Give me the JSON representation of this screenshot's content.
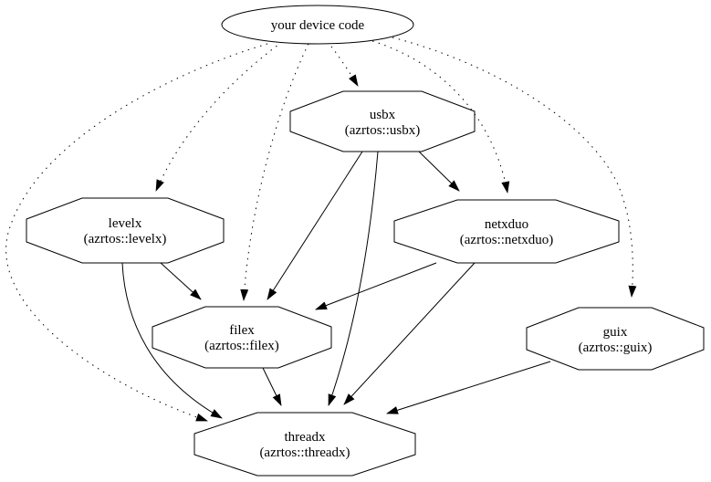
{
  "diagram": {
    "kind": "dependency-graph",
    "background_color": "#ffffff",
    "node_fill_color": "#ffffff",
    "line_color": "#000000",
    "nodes": [
      {
        "id": "device",
        "shape": "ellipse",
        "label": "your device code",
        "sublabel": ""
      },
      {
        "id": "usbx",
        "shape": "octagon",
        "label": "usbx",
        "sublabel": "(azrtos::usbx)"
      },
      {
        "id": "levelx",
        "shape": "octagon",
        "label": "levelx",
        "sublabel": "(azrtos::levelx)"
      },
      {
        "id": "netxduo",
        "shape": "octagon",
        "label": "netxduo",
        "sublabel": "(azrtos::netxduo)"
      },
      {
        "id": "filex",
        "shape": "octagon",
        "label": "filex",
        "sublabel": "(azrtos::filex)"
      },
      {
        "id": "guix",
        "shape": "octagon",
        "label": "guix",
        "sublabel": "(azrtos::guix)"
      },
      {
        "id": "threadx",
        "shape": "octagon",
        "label": "threadx",
        "sublabel": "(azrtos::threadx)"
      }
    ],
    "edges": [
      {
        "from": "device",
        "to": "usbx",
        "style": "dotted"
      },
      {
        "from": "device",
        "to": "levelx",
        "style": "dotted"
      },
      {
        "from": "device",
        "to": "netxduo",
        "style": "dotted"
      },
      {
        "from": "device",
        "to": "filex",
        "style": "dotted"
      },
      {
        "from": "device",
        "to": "guix",
        "style": "dotted"
      },
      {
        "from": "device",
        "to": "threadx",
        "style": "dotted"
      },
      {
        "from": "usbx",
        "to": "netxduo",
        "style": "solid"
      },
      {
        "from": "usbx",
        "to": "filex",
        "style": "solid"
      },
      {
        "from": "usbx",
        "to": "threadx",
        "style": "solid"
      },
      {
        "from": "levelx",
        "to": "filex",
        "style": "solid"
      },
      {
        "from": "levelx",
        "to": "threadx",
        "style": "solid"
      },
      {
        "from": "netxduo",
        "to": "filex",
        "style": "solid"
      },
      {
        "from": "netxduo",
        "to": "threadx",
        "style": "solid"
      },
      {
        "from": "filex",
        "to": "threadx",
        "style": "solid"
      },
      {
        "from": "guix",
        "to": "threadx",
        "style": "solid"
      }
    ]
  }
}
